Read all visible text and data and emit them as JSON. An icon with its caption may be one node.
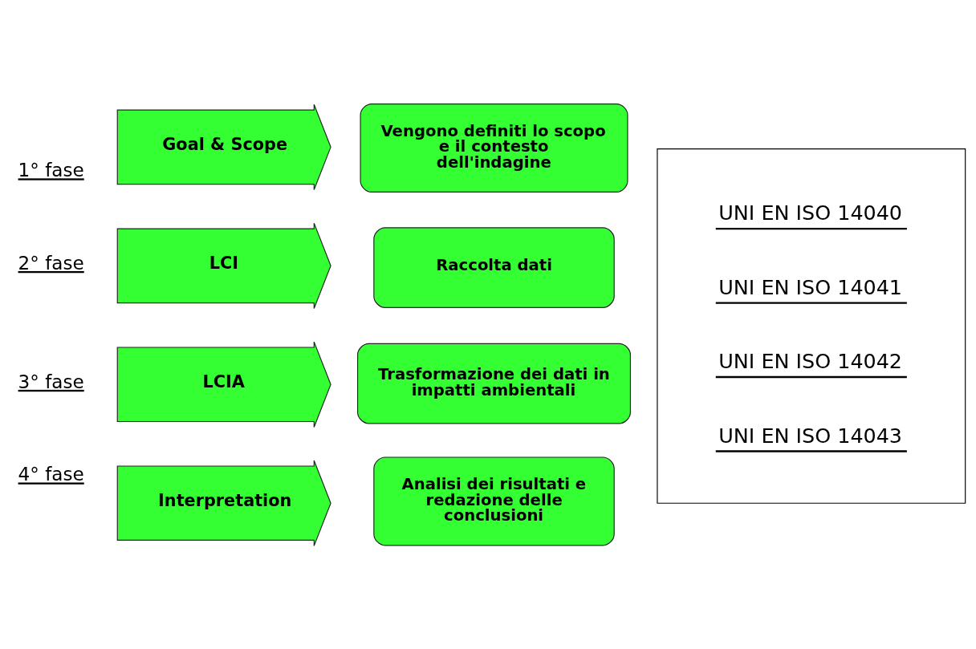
{
  "diagram": {
    "nodes": [
      {
        "text": [
          "Goal & Scope"
        ]
      },
      {
        "text": [
          "Vengono definiti lo scopo e il contesto dell'indagine"
        ]
      },
      {
        "text": [
          "LCI"
        ]
      },
      {
        "text": [
          "Raccolta dati"
        ]
      },
      {
        "text": [
          "LCIA"
        ]
      },
      {
        "text": [
          "Trasformazione dei dati in impatti ambientali"
        ]
      },
      {
        "text": [
          "Interpretation"
        ]
      },
      {
        "text": [
          "Analisi dei risultati e redazione delle conclusioni"
        ]
      },
      {
        "text": [
          "UNI EN ISO 14040",
          "UNI EN ISO 14041",
          "UNI EN ISO 14042",
          "UNI EN ISO 14043"
        ]
      }
    ],
    "edges": [],
    "labels": [
      "1° fase",
      "2° fase",
      "3° fase",
      "4° fase"
    ]
  }
}
